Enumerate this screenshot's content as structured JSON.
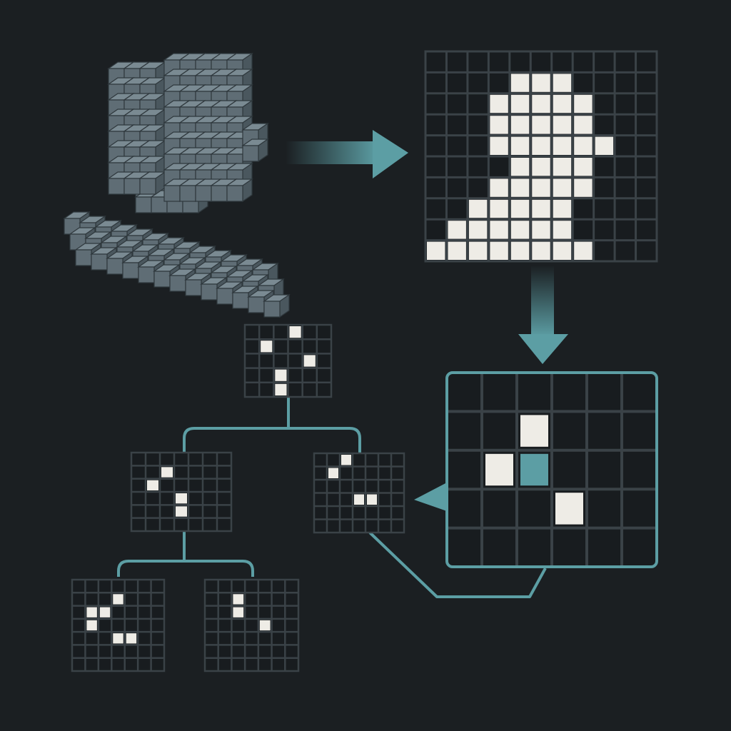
{
  "colors": {
    "background": "#1b1f22",
    "grid_line": "#3a4247",
    "cell_empty": "#181c1f",
    "cell_on": "#eeece6",
    "accent": "#5c9ea4",
    "voxel_front": "#5f6d75",
    "voxel_top": "#7a8a92",
    "voxel_side": "#4a575e",
    "voxel_edge": "#2f383d"
  },
  "voxel_model": {
    "icon": "voxel-bust-icon",
    "description_hidden": ""
  },
  "slice": {
    "cols": 11,
    "rows": 10,
    "on_cells": [
      [
        4,
        1
      ],
      [
        5,
        1
      ],
      [
        6,
        1
      ],
      [
        3,
        2
      ],
      [
        4,
        2
      ],
      [
        5,
        2
      ],
      [
        6,
        2
      ],
      [
        7,
        2
      ],
      [
        3,
        3
      ],
      [
        4,
        3
      ],
      [
        5,
        3
      ],
      [
        6,
        3
      ],
      [
        7,
        3
      ],
      [
        3,
        4
      ],
      [
        4,
        4
      ],
      [
        5,
        4
      ],
      [
        6,
        4
      ],
      [
        7,
        4
      ],
      [
        8,
        4
      ],
      [
        4,
        5
      ],
      [
        5,
        5
      ],
      [
        6,
        5
      ],
      [
        7,
        5
      ],
      [
        3,
        6
      ],
      [
        4,
        6
      ],
      [
        5,
        6
      ],
      [
        6,
        6
      ],
      [
        7,
        6
      ],
      [
        2,
        7
      ],
      [
        3,
        7
      ],
      [
        4,
        7
      ],
      [
        5,
        7
      ],
      [
        6,
        7
      ],
      [
        1,
        8
      ],
      [
        2,
        8
      ],
      [
        3,
        8
      ],
      [
        4,
        8
      ],
      [
        5,
        8
      ],
      [
        6,
        8
      ],
      [
        0,
        9
      ],
      [
        1,
        9
      ],
      [
        2,
        9
      ],
      [
        3,
        9
      ],
      [
        4,
        9
      ],
      [
        5,
        9
      ],
      [
        6,
        9
      ],
      [
        7,
        9
      ]
    ]
  },
  "tree": {
    "root": {
      "cols": 6,
      "rows": 5,
      "on_cells": [
        [
          3,
          0
        ],
        [
          1,
          1
        ],
        [
          4,
          2
        ],
        [
          2,
          3
        ],
        [
          2,
          4
        ]
      ]
    },
    "left": {
      "cols": 7,
      "rows": 6,
      "on_cells": [
        [
          2,
          1
        ],
        [
          1,
          2
        ],
        [
          3,
          3
        ],
        [
          3,
          4
        ]
      ]
    },
    "right": {
      "cols": 7,
      "rows": 6,
      "on_cells": [
        [
          2,
          0
        ],
        [
          1,
          1
        ],
        [
          3,
          3
        ],
        [
          4,
          3
        ]
      ]
    },
    "left_left": {
      "cols": 7,
      "rows": 7,
      "on_cells": [
        [
          3,
          1
        ],
        [
          1,
          2
        ],
        [
          2,
          2
        ],
        [
          1,
          3
        ],
        [
          3,
          4
        ],
        [
          4,
          4
        ]
      ]
    },
    "left_right": {
      "cols": 7,
      "rows": 7,
      "on_cells": [
        [
          2,
          1
        ],
        [
          2,
          2
        ],
        [
          4,
          3
        ]
      ]
    }
  },
  "zoom": {
    "cols": 6,
    "rows": 5,
    "on_cells": [
      [
        2,
        1
      ],
      [
        1,
        2
      ],
      [
        3,
        3
      ]
    ],
    "highlight_cells": [
      [
        2,
        2
      ]
    ]
  }
}
